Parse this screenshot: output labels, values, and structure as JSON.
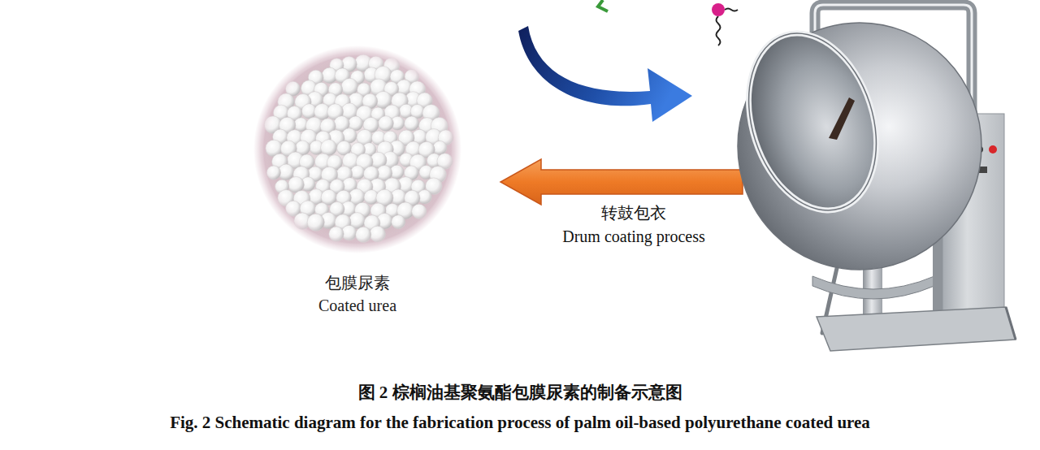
{
  "diagram": {
    "caption": "图 2 棕榈油基聚氨酯包膜尿素的制备示意图",
    "nodes": [
      {
        "text": [
          "包膜尿素",
          "Coated urea"
        ]
      }
    ],
    "labels": [
      "转鼓包衣",
      "Drum coating process",
      "Fig. 2 Schematic diagram for the fabrication process of palm oil-based polyurethane coated urea"
    ]
  }
}
